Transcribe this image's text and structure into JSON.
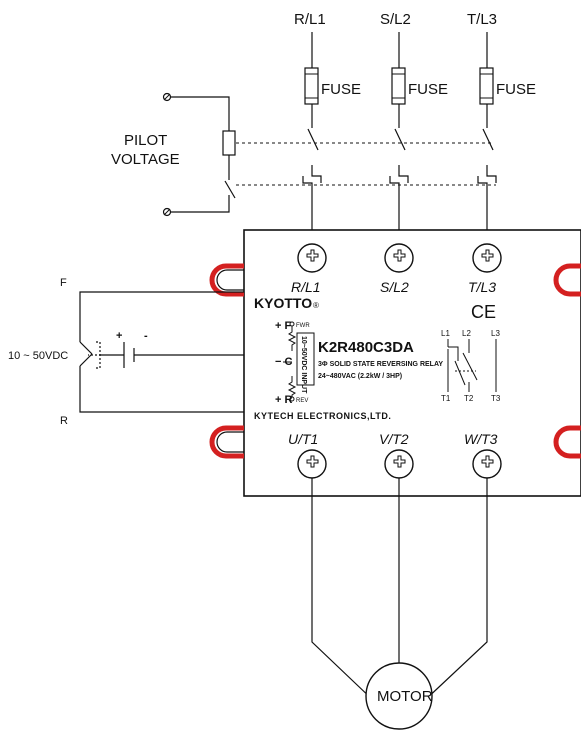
{
  "lines": {
    "l1": "R/L1",
    "l2": "S/L2",
    "l3": "T/L3"
  },
  "fuse_label": "FUSE",
  "pilot": {
    "line1": "PILOT",
    "line2": "VOLTAGE"
  },
  "relay": {
    "brand": "KYOTTO",
    "brand_mark": "®",
    "model": "K2R480C3DA",
    "description": "3Φ SOLID STATE REVERSING RELAY",
    "rating": "24~480VAC (2.2kW / 3HP)",
    "ce_mark": "CE",
    "maker": "KYTECH ELECTRONICS,LTD.",
    "input_label": "10~50VDC INPUT",
    "fwr": "FWR",
    "rev": "REV",
    "plus_f": "+ F",
    "minus_c": "− C",
    "plus_r": "+ R",
    "top_terminals": [
      "R/L1",
      "S/L2",
      "T/L3"
    ],
    "bottom_terminals": [
      "U/T1",
      "V/T2",
      "W/T3"
    ],
    "schematic_pins": {
      "l1": "L1",
      "l2": "L2",
      "l3": "L3",
      "t1": "T1",
      "t2": "T2",
      "t3": "T3"
    }
  },
  "control": {
    "voltage": "10 ~ 50VDC",
    "forward": "F",
    "reverse": "R",
    "plus": "+",
    "minus": "-"
  },
  "motor_label": "MOTOR",
  "colors": {
    "line": "#111111",
    "ear_red": "#d42020"
  }
}
